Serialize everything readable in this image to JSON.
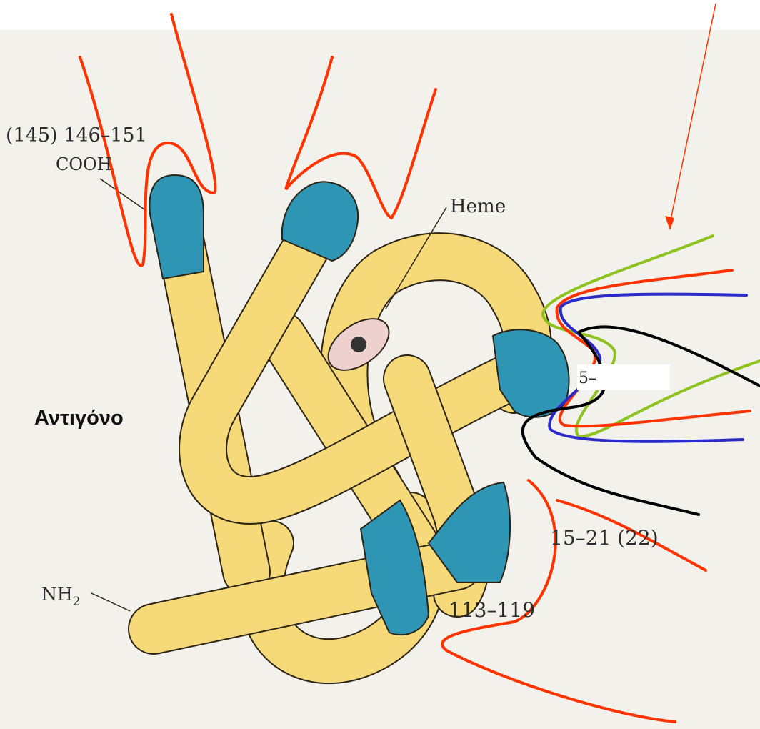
{
  "figure": {
    "antigen_label": "Αντιγόνο",
    "labels": {
      "c_term_range": "(145) 146–151",
      "cooh": "COOH",
      "heme": "Heme",
      "nh2_base": "NH",
      "nh2_sub": "2",
      "range_113_119": "113–119",
      "range_15_21": "15–21 (22)",
      "partial_label": "5–"
    },
    "colors": {
      "background_paper": "#f3f1ec",
      "helix_fill": "#f6d978",
      "helix_stroke": "#2b2416",
      "epitope_blue": "#2f95b5",
      "heme_pink": "#eed0cf",
      "antibody_red": "#ff3300",
      "antibody_green": "#8dc21f",
      "antibody_blue": "#2b2bcc",
      "antibody_black": "#000000"
    }
  }
}
